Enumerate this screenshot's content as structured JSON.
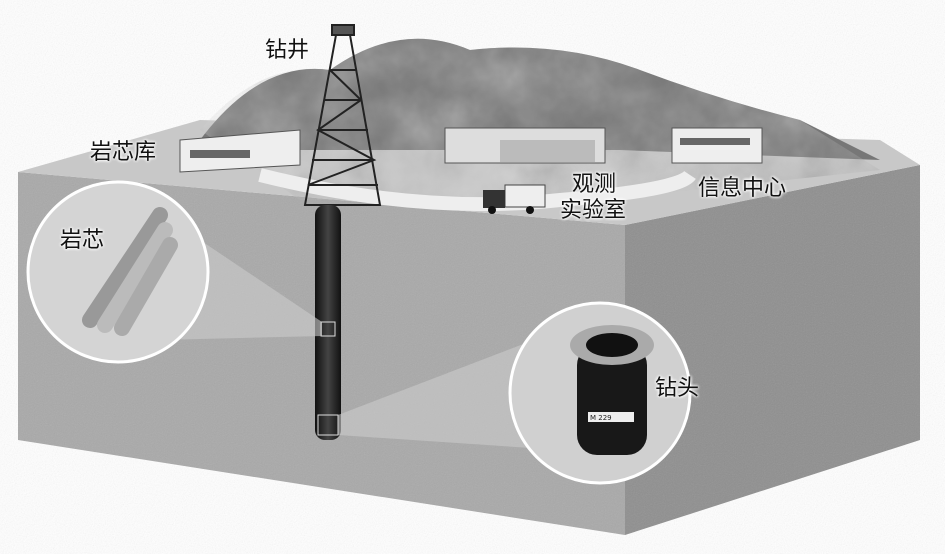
{
  "labels": {
    "derrick": "钻井",
    "core_storage": "岩芯库",
    "core": "岩芯",
    "lab_line1": "观测",
    "lab_line2": "实验室",
    "info_center": "信息中心",
    "drill_bit": "钻头"
  },
  "drill_bit_tag": "M 229"
}
